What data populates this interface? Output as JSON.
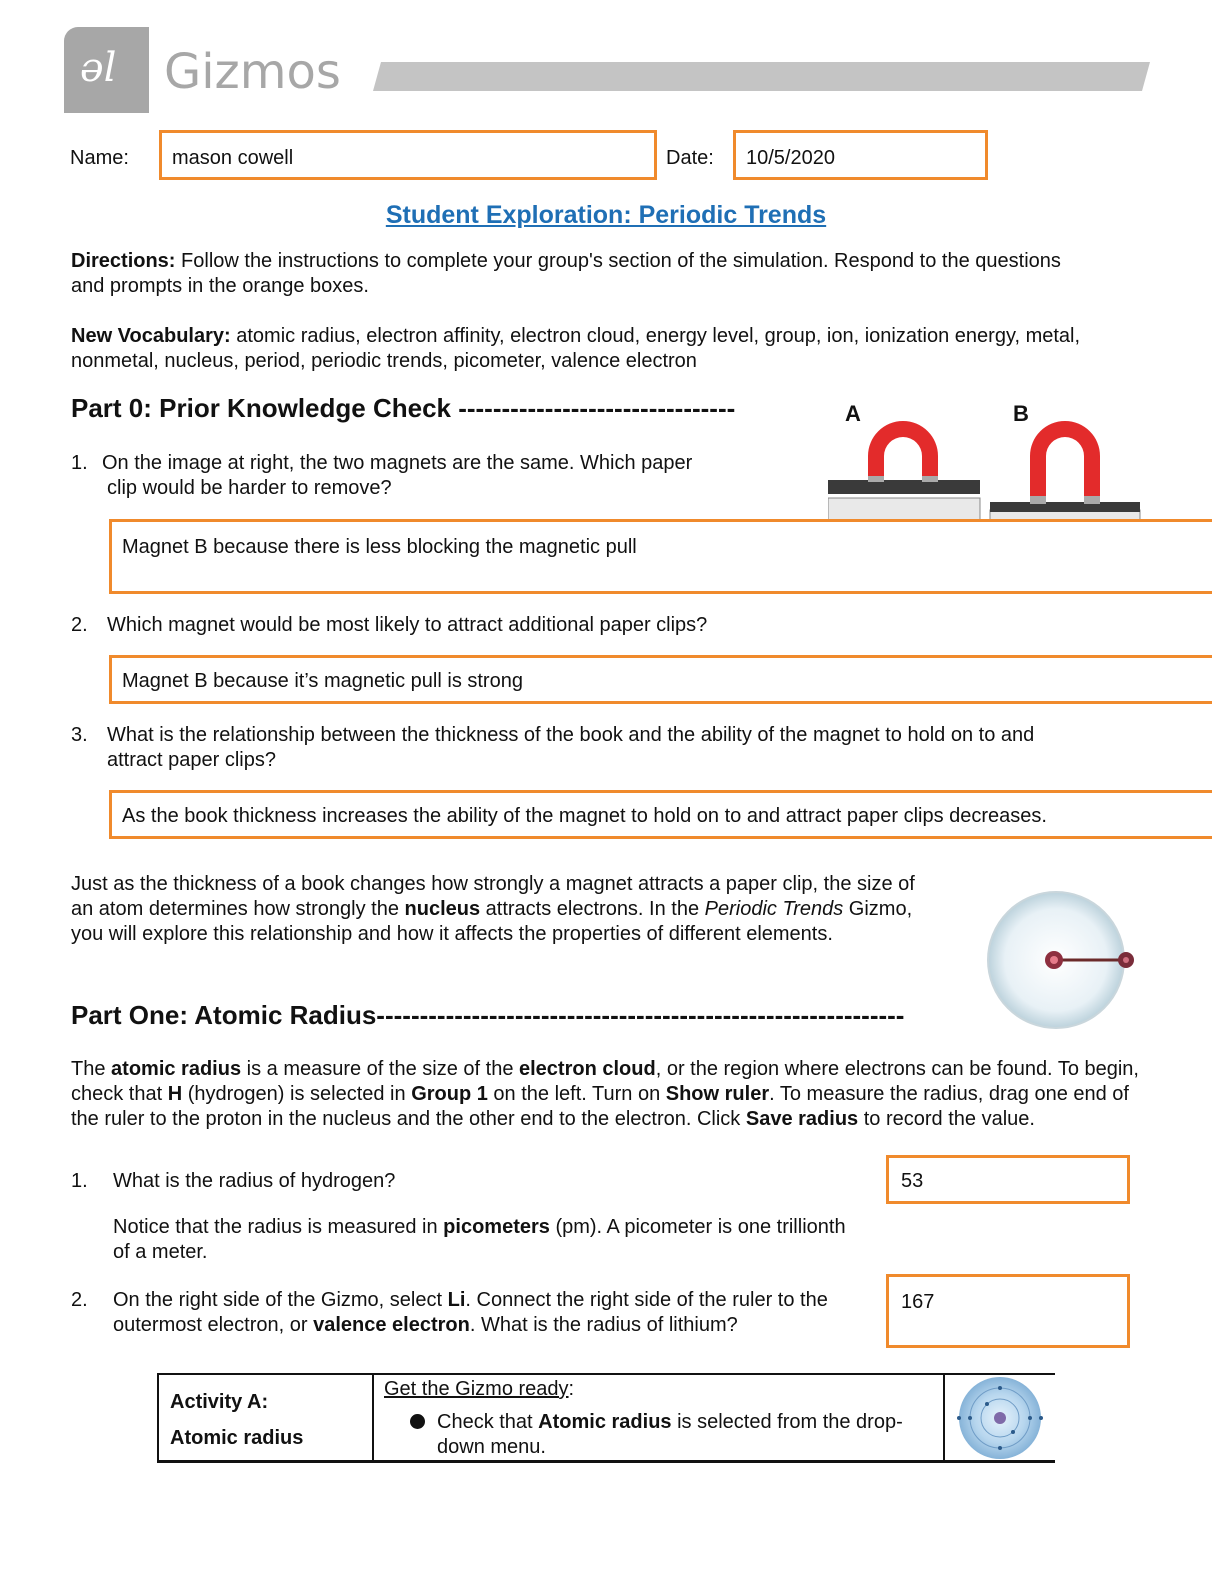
{
  "header": {
    "brand": "Gizmos",
    "logo_glyph": "əl"
  },
  "student": {
    "name_label": "Name:",
    "name_value": "mason cowell",
    "date_label": "Date:",
    "date_value": "10/5/2020"
  },
  "title": "Student Exploration: Periodic Trends",
  "directions": {
    "label": "Directions:",
    "text": "Follow the instructions to complete your group's section of the simulation. Respond to the questions and prompts in the orange boxes."
  },
  "vocabulary": {
    "label": "New Vocabulary:",
    "text": "atomic radius, electron affinity, electron cloud, energy level, group, ion, ionization energy, metal, nonmetal, nucleus, period, periodic trends, picometer, valence electron"
  },
  "part0": {
    "heading": "Part 0: Prior Knowledge Check --------------------------------",
    "magnet_labels": [
      "A",
      "B"
    ],
    "questions": [
      {
        "num": "1.",
        "text_line1": "On the image at right, the two magnets are the same. Which paper",
        "text_line2": "clip would be harder to remove?",
        "answer": "Magnet B because there is less blocking the magnetic pull"
      },
      {
        "num": "2.",
        "text_line1": "Which magnet would be most likely to attract additional paper clips?",
        "answer": "Magnet B because it’s magnetic pull is strong"
      },
      {
        "num": "3.",
        "text_line1": "What is the relationship between the thickness of the book and the ability of the magnet to hold on to and",
        "text_line2": "attract paper clips?",
        "answer": "As the book thickness increases the ability of the magnet to hold on to and attract paper clips decreases."
      }
    ]
  },
  "transition": {
    "p1": "Just as the thickness of a book changes how strongly a magnet attracts a paper clip, the size of an atom determines how strongly the ",
    "bold1": "nucleus",
    "p2": " attracts electrons. In the ",
    "italic1": "Periodic Trends",
    "p3": " Gizmo, you will explore this relationship and how it affects the properties of different elements."
  },
  "part1": {
    "heading": "Part One: Atomic Radius-------------------------------------------------------------",
    "intro": {
      "s1": "The ",
      "b1": "atomic radius",
      "s2": " is a measure of the size of the ",
      "b2": "electron cloud",
      "s3": ", or the region where electrons can be found. To begin, check that ",
      "b3": "H",
      "s4": " (hydrogen) is selected in ",
      "b4": "Group 1",
      "s5": " on the left. Turn on ",
      "b5": "Show ruler",
      "s6": ". To measure the radius, drag one end of the ruler to the proton in the nucleus and the other end to the electron. Click ",
      "b6": "Save radius",
      "s7": " to record the value."
    },
    "q1": {
      "num": "1.",
      "text": "What is the radius of hydrogen?",
      "answer": "53",
      "note_s1": "Notice that the radius is measured in ",
      "note_b1": "picometers",
      "note_s2": " (pm). A picometer is one trillionth of a meter."
    },
    "q2": {
      "num": "2.",
      "s1": "On the right side of the Gizmo, select ",
      "b1": "Li",
      "s2": ". Connect the right side of the ruler to the outermost electron, or ",
      "b2": "valence electron",
      "s3": ". What is the radius of lithium?",
      "answer": "167"
    }
  },
  "activity": {
    "label_line1": "Activity A:",
    "label_line2": "Atomic radius",
    "ready_heading": "Get the Gizmo ready",
    "ready_colon": ":",
    "bullet_s1": "Check that ",
    "bullet_b1": "Atomic radius",
    "bullet_s2": " is selected from the drop-down menu."
  },
  "colors": {
    "accent_orange": "#f08a2c",
    "title_blue": "#1f6fb5",
    "logo_gray": "#a7a7a7",
    "magnet_red": "#e32b2b"
  }
}
